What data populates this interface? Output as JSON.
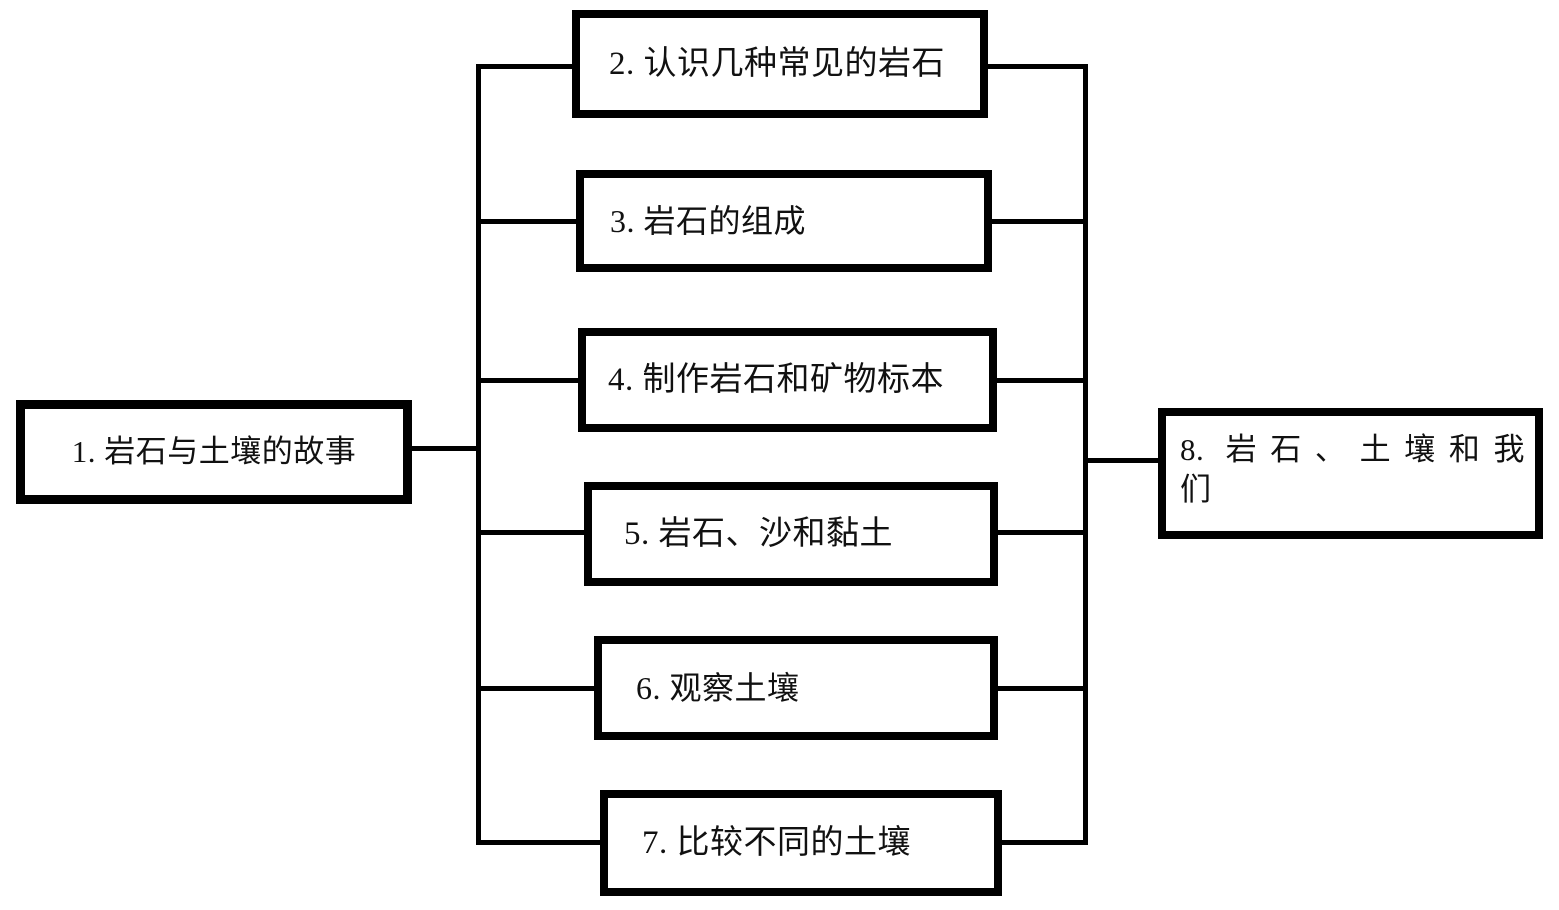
{
  "diagram": {
    "type": "tree-flow",
    "title_node": "1.岩石与土壤的故事",
    "nodes": [
      {
        "id": "1",
        "label": "1. 岩石与土壤的故事",
        "role": "root"
      },
      {
        "id": "2",
        "label": "2. 认识几种常见的岩石",
        "role": "branch"
      },
      {
        "id": "3",
        "label": "3. 岩石的组成",
        "role": "branch"
      },
      {
        "id": "4",
        "label": "4. 制作岩石和矿物标本",
        "role": "branch"
      },
      {
        "id": "5",
        "label": "5. 岩石、沙和黏土",
        "role": "branch"
      },
      {
        "id": "6",
        "label": "6. 观察土壤",
        "role": "branch"
      },
      {
        "id": "7",
        "label": "7. 比较不同的土壤",
        "role": "branch"
      },
      {
        "id": "8",
        "label_line1": "8. 岩石、土壤和我",
        "label_line2": "们",
        "role": "terminal"
      }
    ],
    "edges": [
      {
        "from": "1",
        "to": "spine-left"
      },
      {
        "from": "spine-left",
        "to": "2"
      },
      {
        "from": "spine-left",
        "to": "3"
      },
      {
        "from": "spine-left",
        "to": "4"
      },
      {
        "from": "spine-left",
        "to": "5"
      },
      {
        "from": "spine-left",
        "to": "6"
      },
      {
        "from": "spine-left",
        "to": "7"
      },
      {
        "from": "2",
        "to": "spine-right"
      },
      {
        "from": "3",
        "to": "spine-right"
      },
      {
        "from": "4",
        "to": "spine-right"
      },
      {
        "from": "5",
        "to": "spine-right"
      },
      {
        "from": "6",
        "to": "spine-right"
      },
      {
        "from": "7",
        "to": "spine-right"
      },
      {
        "from": "spine-right",
        "to": "8"
      }
    ],
    "colors": {
      "stroke": "#000000",
      "fill": "#ffffff",
      "text": "#111111"
    }
  }
}
